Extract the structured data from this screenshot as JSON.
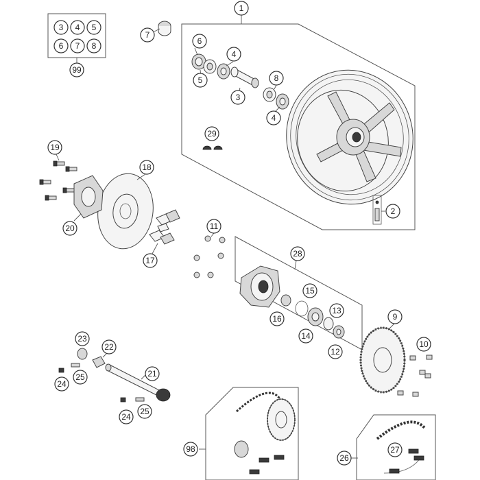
{
  "callouts": {
    "c1": "1",
    "c2": "2",
    "c3": "3",
    "c4a": "4",
    "c4b": "4",
    "c5": "5",
    "c6": "6",
    "c7": "7",
    "c8": "8",
    "c9": "9",
    "c10": "10",
    "c11": "11",
    "c12": "12",
    "c13": "13",
    "c14": "14",
    "c15": "15",
    "c16": "16",
    "c17": "17",
    "c18": "18",
    "c19": "19",
    "c20": "20",
    "c21": "21",
    "c22": "22",
    "c23": "23",
    "c24a": "24",
    "c24b": "24",
    "c25a": "25",
    "c25b": "25",
    "c26": "26",
    "c27": "27",
    "c28": "28",
    "c29": "29",
    "c98": "98",
    "c99": "99"
  },
  "kit_99_grid": [
    "3",
    "4",
    "5",
    "6",
    "7",
    "8"
  ]
}
